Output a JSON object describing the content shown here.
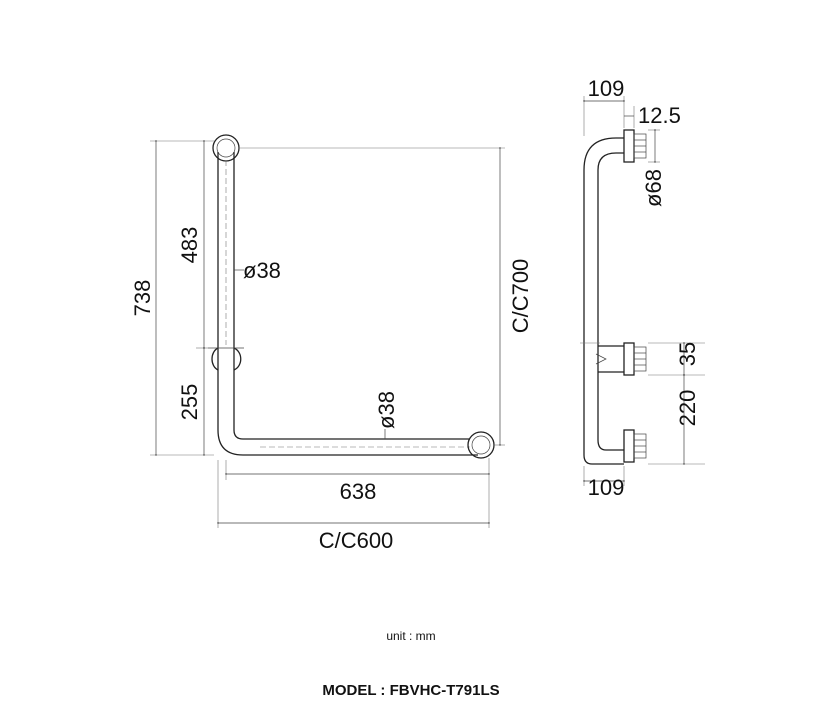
{
  "drawing": {
    "front_view": {
      "overall_height": "738",
      "upper_segment": "483",
      "lower_segment": "255",
      "vertical_diameter": "ø38",
      "horizontal_diameter": "ø38",
      "horizontal_length": "638",
      "center_to_center_width": "C/C600",
      "center_to_center_height": "C/C700"
    },
    "side_view": {
      "top_depth": "109",
      "flange_thickness": "12.5",
      "flange_diameter": "ø68",
      "middle_offset": "35",
      "lower_offset": "220",
      "bottom_depth": "109"
    }
  },
  "footer": {
    "unit": "unit : mm",
    "model": "MODEL : FBVHC-T791LS"
  }
}
